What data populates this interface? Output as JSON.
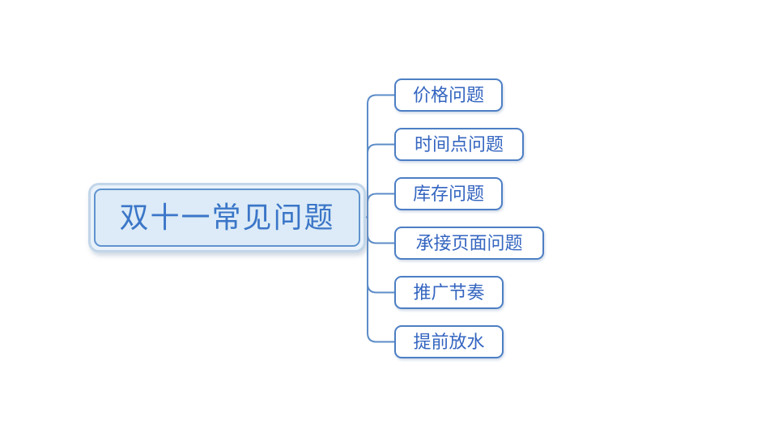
{
  "diagram": {
    "type": "mindmap",
    "root": {
      "label": "双十一常见问题"
    },
    "children": [
      {
        "label": "价格问题"
      },
      {
        "label": "时间点问题"
      },
      {
        "label": "库存问题"
      },
      {
        "label": "承接页面问题"
      },
      {
        "label": "推广节奏"
      },
      {
        "label": "提前放水"
      }
    ],
    "colors": {
      "background": "#ffffff",
      "root_fill": "#dcebf7",
      "root_border": "#5f93cf",
      "root_halo": "#c2d6e9",
      "child_fill": "#ffffff",
      "child_border": "#4d7fc4",
      "text": "#3465c0",
      "root_text": "#3b76c8",
      "connector": "#5c8cc8"
    }
  }
}
